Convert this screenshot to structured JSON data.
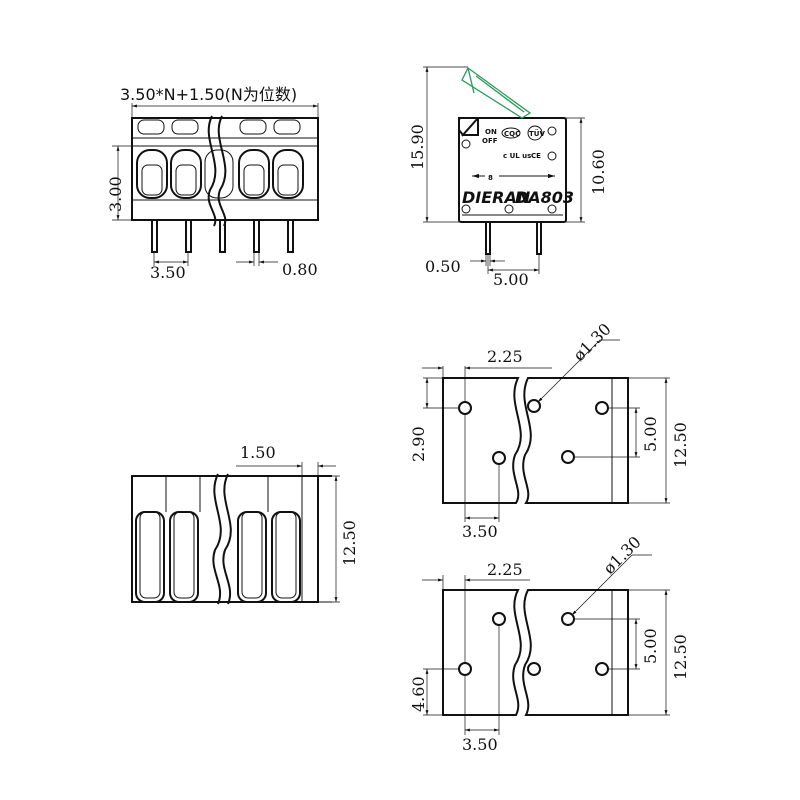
{
  "front_view": {
    "formula": "3.50*N+1.50(N为位数)",
    "dim_height": "3.00",
    "dim_pitch": "3.50",
    "dim_pin": "0.80"
  },
  "side_view": {
    "dim_total_height": "15.90",
    "dim_body_height": "10.60",
    "dim_pin_width": "0.50",
    "dim_pin_spacing": "5.00",
    "brand": "DIERAN",
    "model": "DA803",
    "marks": {
      "on": "ON",
      "off": "OFF",
      "cqc": "CQC",
      "tuv": "TÜV",
      "ul": "c UL us",
      "ce": "CE"
    }
  },
  "bottom_view": {
    "dim_edge": "1.50",
    "dim_depth": "12.50"
  },
  "pcb_layout_top": {
    "dim_hole_dia": "ø1.30",
    "dim_offset_x": "2.25",
    "dim_offset_y": "2.90",
    "dim_row_spacing": "5.00",
    "dim_depth": "12.50",
    "dim_pitch": "3.50"
  },
  "pcb_layout_bottom": {
    "dim_hole_dia": "ø1.30",
    "dim_offset_x": "2.25",
    "dim_offset_y": "4.60",
    "dim_row_spacing": "5.00",
    "dim_depth": "12.50",
    "dim_pitch": "3.50"
  }
}
